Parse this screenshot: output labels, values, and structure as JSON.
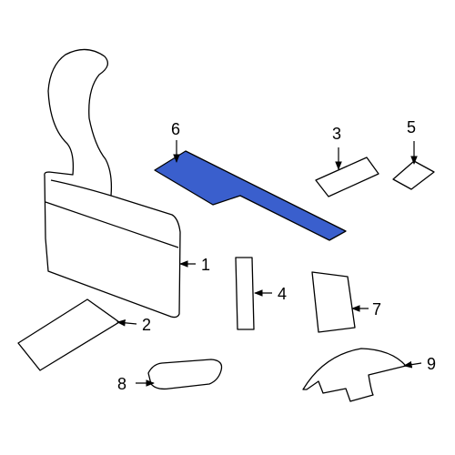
{
  "diagram": {
    "highlight_color": "#3a5fcd",
    "line_color": "#000000",
    "background_color": "#ffffff",
    "callouts": [
      {
        "id": "1",
        "label": "1"
      },
      {
        "id": "2",
        "label": "2"
      },
      {
        "id": "3",
        "label": "3"
      },
      {
        "id": "4",
        "label": "4"
      },
      {
        "id": "5",
        "label": "5"
      },
      {
        "id": "6",
        "label": "6"
      },
      {
        "id": "7",
        "label": "7"
      },
      {
        "id": "8",
        "label": "8"
      },
      {
        "id": "9",
        "label": "9"
      }
    ],
    "highlighted_part": "6"
  }
}
